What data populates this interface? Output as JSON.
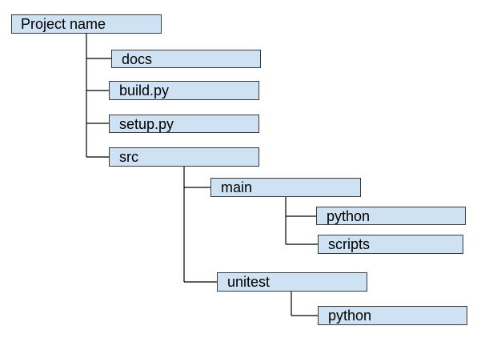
{
  "colors": {
    "node_fill": "#cfe2f3",
    "node_border": "#3a3a3a",
    "connector": "#000000"
  },
  "tree": {
    "root": "Project name",
    "docs": "docs",
    "build": "build.py",
    "setup": "setup.py",
    "src": "src",
    "main": "main",
    "main_python": "python",
    "scripts": "scripts",
    "unitest": "unitest",
    "unitest_python": "python"
  }
}
